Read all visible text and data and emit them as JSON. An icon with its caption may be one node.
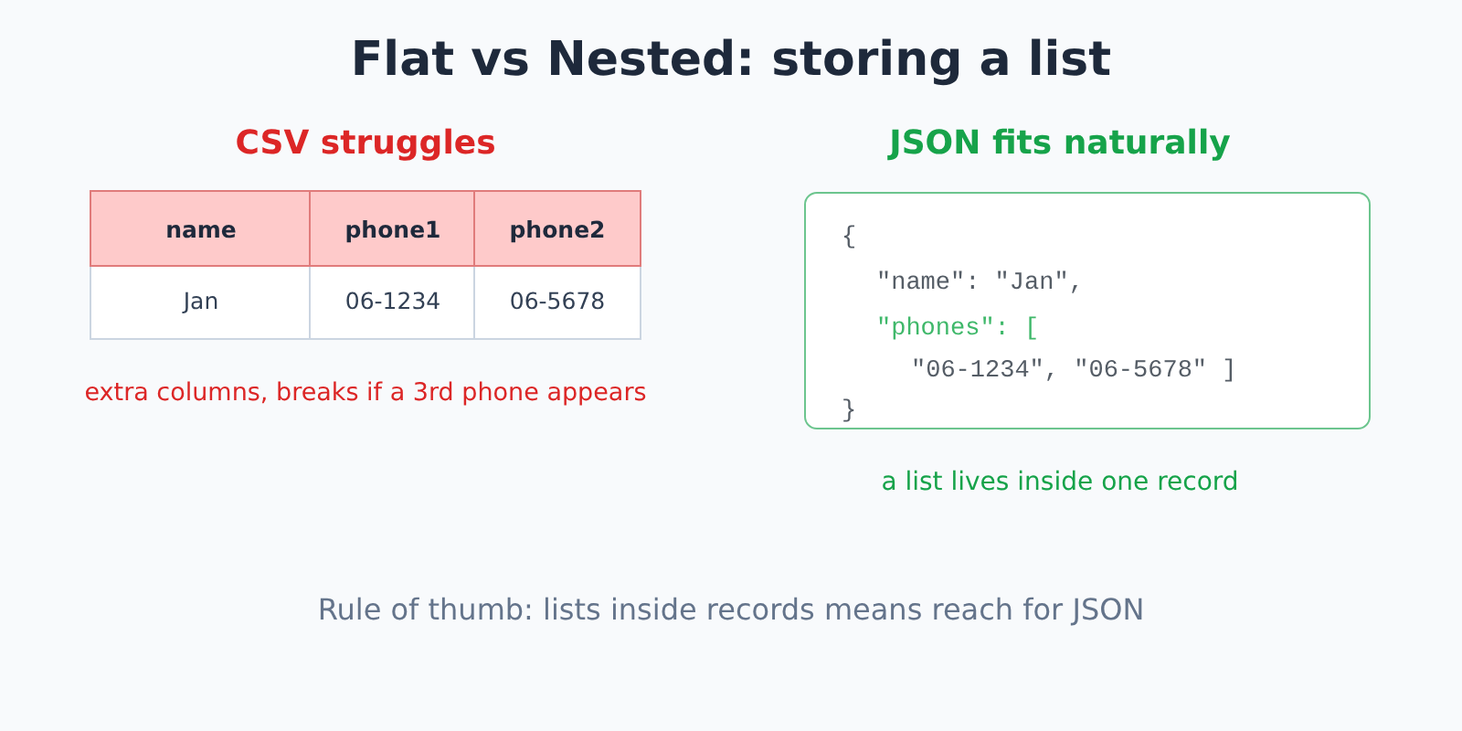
{
  "diagram": {
    "title": "Flat vs Nested: storing a list",
    "nodes": [
      {
        "text": [
          "{",
          "\"name\": \"Jan\",",
          "\"phones\": [",
          "\"06-1234\", \"06-5678\" ]",
          "}"
        ]
      }
    ],
    "labels": [
      "CSV struggles",
      "JSON fits naturally",
      "name",
      "phone1",
      "phone2",
      "Jan",
      "06-1234",
      "06-5678",
      "extra columns, breaks if a 3rd phone appears",
      "a list lives inside one record",
      "Rule of thumb: lists inside records means reach for JSON"
    ]
  }
}
